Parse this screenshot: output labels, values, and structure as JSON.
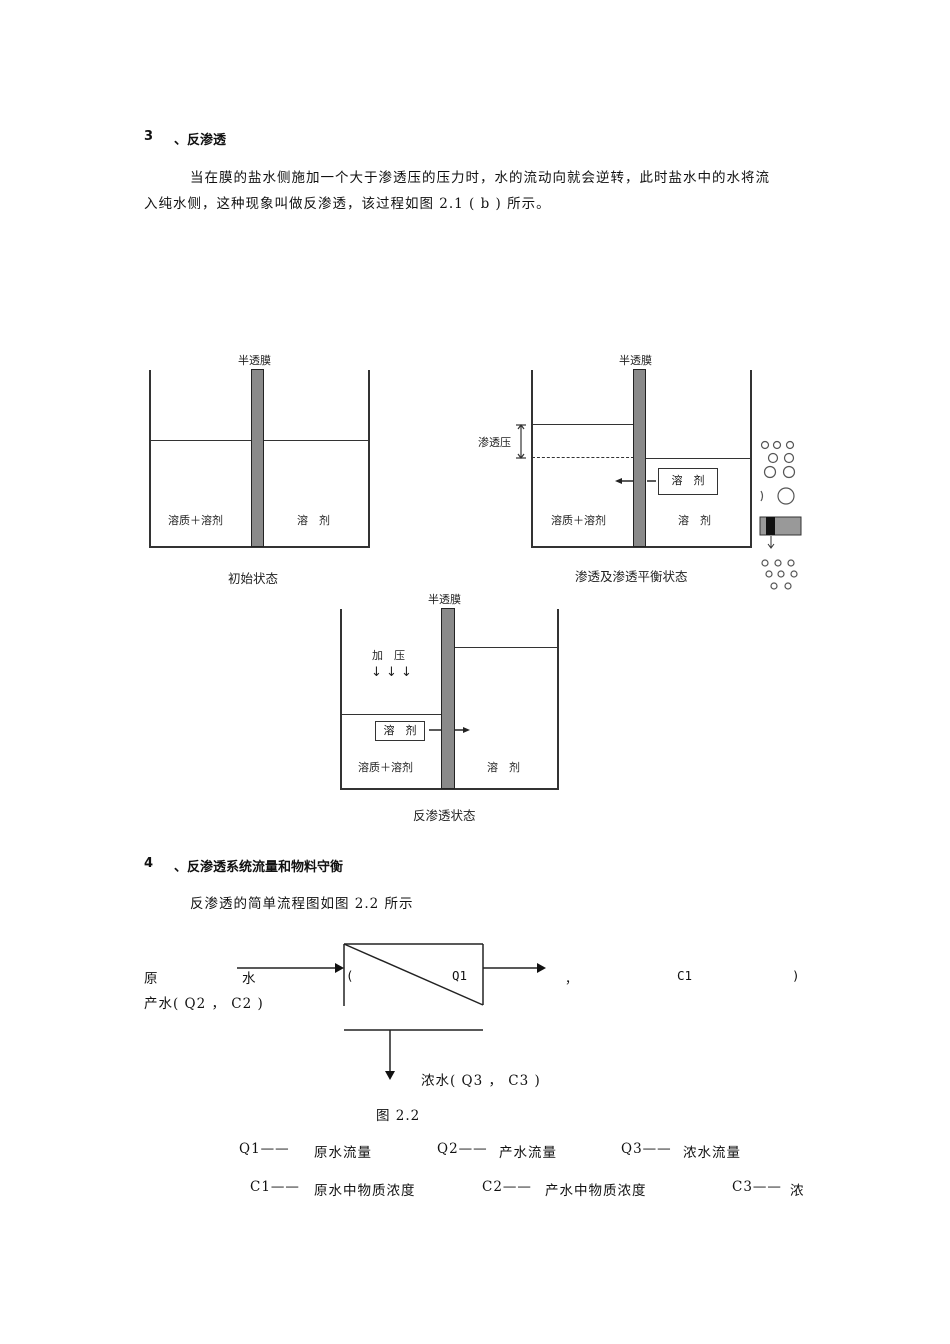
{
  "section3": {
    "number": "3",
    "title": "、反渗透",
    "paragraph_line1": "当在膜的盐水侧施加一个大于渗透压的压力时，水的流动向就会逆转，此时盐水中的水将流",
    "paragraph_line2": "入纯水侧，这种现象叫做反渗透，该过程如图   2.1    (   b   ) 所示。"
  },
  "figure_2_1": {
    "panel_initial": {
      "membrane_label": "半透膜",
      "left_label": "溶质＋溶剂",
      "right_label": "溶　剂",
      "caption": "初始状态"
    },
    "panel_osmosis": {
      "membrane_label": "半透膜",
      "pressure_label": "渗透压",
      "solvent_box_label": "溶　剂",
      "left_label": "溶质＋溶剂",
      "right_label": "溶　剂",
      "caption": "渗透及渗透平衡状态"
    },
    "panel_reverse": {
      "membrane_label": "半透膜",
      "pressure_label": "加　压",
      "pressure_arrows": "↓ ↓ ↓",
      "solvent_box_label": "溶　剂",
      "left_label": "溶质＋溶剂",
      "right_label": "溶　剂",
      "caption": "反渗透状态"
    }
  },
  "section4": {
    "number": "4",
    "title": "、反渗透系统流量和物料守衡",
    "paragraph": "反渗透的简单流程图如图   2.2    所示"
  },
  "figure_2_2": {
    "raw_water_label_1": "原",
    "raw_water_label_2": "水",
    "open_paren": "(",
    "q1": "Q1",
    "comma": "，",
    "c1": "C1",
    "close_paren": ")",
    "product_water": "产水(  Q2  ，   C2  )",
    "concentrate": "浓水(   Q3   ，    C3   )",
    "caption": "图   2.2"
  },
  "legend": {
    "row1": [
      {
        "symbol": "Q1——",
        "desc": "原水流量"
      },
      {
        "symbol": "Q2——",
        "desc": "产水流量"
      },
      {
        "symbol": "Q3——",
        "desc": "浓水流量"
      }
    ],
    "row2": [
      {
        "symbol": "C1——",
        "desc": "原水中物质浓度"
      },
      {
        "symbol": "C2——",
        "desc": "产水中物质浓度"
      },
      {
        "symbol": "C3——",
        "desc": "浓"
      }
    ]
  }
}
